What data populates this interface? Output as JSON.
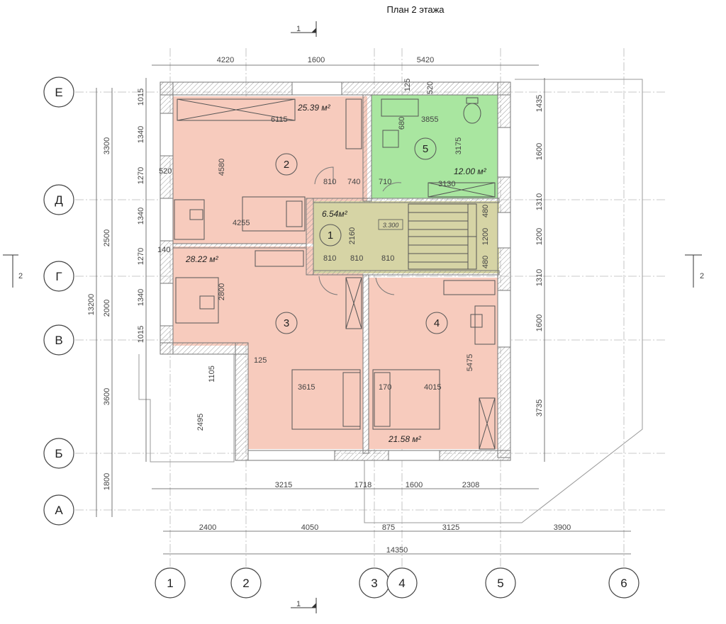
{
  "title": "План 2 этажа",
  "section_marks": {
    "s1": "1",
    "s2": "2"
  },
  "axes": {
    "rows": [
      "Е",
      "Д",
      "Г",
      "В",
      "Б",
      "А"
    ],
    "cols": [
      "1",
      "2",
      "3",
      "4",
      "5",
      "6"
    ]
  },
  "rooms": [
    {
      "num": "1",
      "area": "6.54м²"
    },
    {
      "num": "2",
      "area": "25.39 м²"
    },
    {
      "num": "3",
      "area": "28.22 м²"
    },
    {
      "num": "4",
      "area": "21.58 м²"
    },
    {
      "num": "5",
      "area": "12.00 м²"
    }
  ],
  "level_mark": "3.300",
  "dims": {
    "top": [
      "4220",
      "1600",
      "5420"
    ],
    "bottom_inner": [
      "3215",
      "1718",
      "1600",
      "2308"
    ],
    "bottom_axis": [
      "2400",
      "4050",
      "875",
      "3125",
      "3900"
    ],
    "total_width": "14350",
    "left_total": "13200",
    "left_axis": [
      "3300",
      "2500",
      "2000",
      "3600",
      "1800"
    ],
    "left_inner": [
      "1015",
      "1340",
      "1270",
      "1340",
      "1270",
      "1340",
      "1015"
    ],
    "right_inner": [
      "1435",
      "1600",
      "1310",
      "1200",
      "1310",
      "1600",
      "3735"
    ],
    "misc": {
      "d6115": "6115",
      "d4580": "4580",
      "d520a": "520",
      "d810a": "810",
      "d740": "740",
      "d710": "710",
      "d4255": "4255",
      "d140": "140",
      "d2160": "2160",
      "d810b": "810",
      "d810c": "810",
      "d810d": "810",
      "d2800": "2800",
      "d125a": "125",
      "d520b": "520",
      "d680": "680",
      "d3855": "3855",
      "d3175": "3175",
      "d3130": "3130",
      "d480a": "480",
      "d1200": "1200",
      "d480b": "480",
      "d1105": "1105",
      "d125b": "125",
      "d2495": "2495",
      "d3615": "3615",
      "d170": "170",
      "d4015": "4015",
      "d5475": "5475"
    }
  },
  "colors": {
    "bedroom_fill": "#f7cbbd",
    "bath_fill": "#a9e6a0",
    "hall_fill": "#d6d4a5",
    "wall_stroke": "#777777",
    "grid_stroke": "#b8b8b8"
  }
}
